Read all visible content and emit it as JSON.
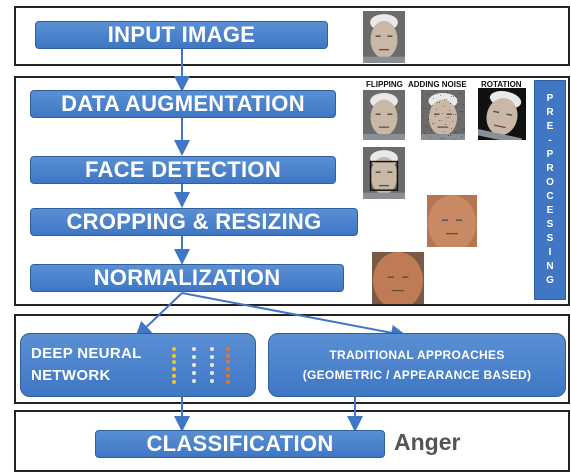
{
  "stages": {
    "input_image": "INPUT IMAGE",
    "data_augmentation": "DATA AUGMENTATION",
    "face_detection": "FACE DETECTION",
    "cropping_resizing": "CROPPING & RESIZING",
    "normalization": "NORMALIZATION",
    "classification": "CLASSIFICATION"
  },
  "augmentation_labels": {
    "flipping": "FLIPPING",
    "adding_noise": "ADDING NOISE",
    "rotation": "ROTATION"
  },
  "preprocessing_letters": [
    "P",
    "R",
    "E",
    "-",
    "P",
    "R",
    "O",
    "C",
    "E",
    "S",
    "S",
    "I",
    "N",
    "G"
  ],
  "methods": {
    "dnn_line1": "DEEP NEURAL",
    "dnn_line2": "NETWORK",
    "trad_line1": "TRADITIONAL APPROACHES",
    "trad_line2": "(GEOMETRIC / APPEARANCE BASED)"
  },
  "result": "Anger",
  "colors": {
    "box_blue": "#3f77c4",
    "nn_yellow": "#f2c232",
    "nn_gray": "#e8e8e8",
    "nn_orange": "#e8742c"
  }
}
